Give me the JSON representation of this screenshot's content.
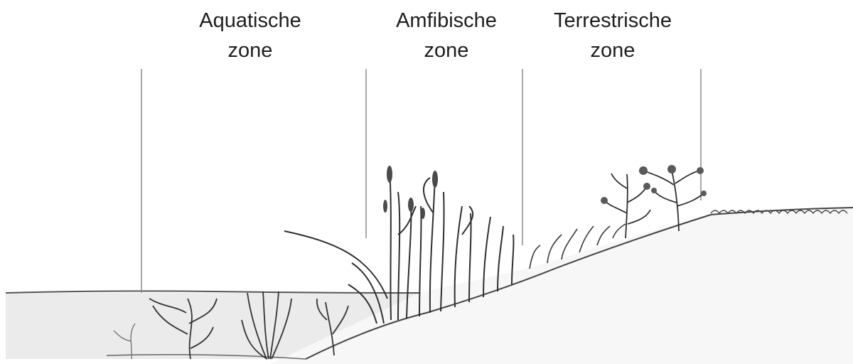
{
  "zones": [
    {
      "line1": "Aquatische",
      "line2": "zone"
    },
    {
      "line1": "Amfibische",
      "line2": "zone"
    },
    {
      "line1": "Terrestrische",
      "line2": "zone"
    }
  ],
  "colors": {
    "ink": "#3a3a3a",
    "water": "#ebebeb",
    "soil": "#f6f6f6",
    "line": "#8a8a8a"
  }
}
